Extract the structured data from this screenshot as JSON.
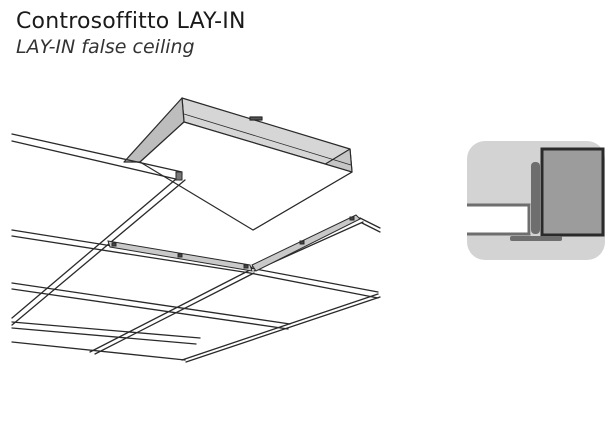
{
  "header": {
    "title": "Controsoffitto LAY-IN",
    "subtitle": "LAY-IN false ceiling"
  },
  "colors": {
    "line": "#2a2a2a",
    "panel_top": "#d4d4d4",
    "panel_side": "#bdbdbd",
    "tile_face": "#ffffff",
    "runner_fill": "#c9c9c9",
    "detail_bg": "#d3d3d3",
    "detail_panel": "#9c9c9c",
    "detail_profile": "#6e6e6e"
  },
  "illustrations": {
    "main": "lay-in-ceiling-grid-isometric",
    "detail": "tee-profile-section-icon"
  }
}
